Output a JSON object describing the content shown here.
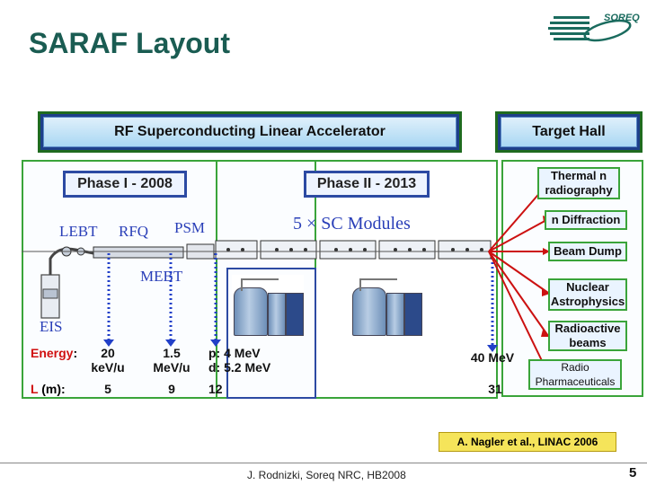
{
  "title": "SARAF Layout",
  "logo_text": "SOREQ",
  "header": {
    "linac": "RF Superconducting Linear Accelerator",
    "target": "Target Hall"
  },
  "phases": {
    "phase1": "Phase I - 2008",
    "phase2": "Phase II - 2013"
  },
  "component_labels": {
    "lebt": "LEBT",
    "rfq": "RFQ",
    "psm": "PSM",
    "sc_modules": "5 × SC Modules",
    "mebt": "MEBT",
    "eis": "EIS"
  },
  "energy_table": {
    "energy_label": "Energy",
    "l_label": "L",
    "l_unit": " (m):",
    "col1": {
      "energy_value": "20",
      "energy_unit": "keV/u",
      "length": "5"
    },
    "col2": {
      "energy_value": "1.5",
      "energy_unit": "MeV/u",
      "length": "9"
    },
    "col3": {
      "energy_p": "p: 4 MeV",
      "energy_d": "d: 5.2 MeV",
      "length": "12"
    },
    "col4": {
      "energy": "40 MeV",
      "length": "31"
    }
  },
  "targets": [
    "Thermal n radiography",
    "n Diffraction",
    "Beam Dump",
    "Nuclear Astrophysics",
    "Radioactive beams",
    "Radio Pharmaceuticals"
  ],
  "reference": "A. Nagler et al., LINAC 2006",
  "footer": "J. Rodnizki, Soreq NRC, HB2008",
  "page_number": "5",
  "colors": {
    "title": "#1a5c52",
    "header_bg": "#1e3f8a",
    "phase_border": "#2c4aa3",
    "green_frame": "#3aa43a",
    "energy_red": "#d01010",
    "beam_blue": "#2240c8",
    "target_line_red": "#cc1111",
    "reference_bg": "#f5e45a"
  }
}
